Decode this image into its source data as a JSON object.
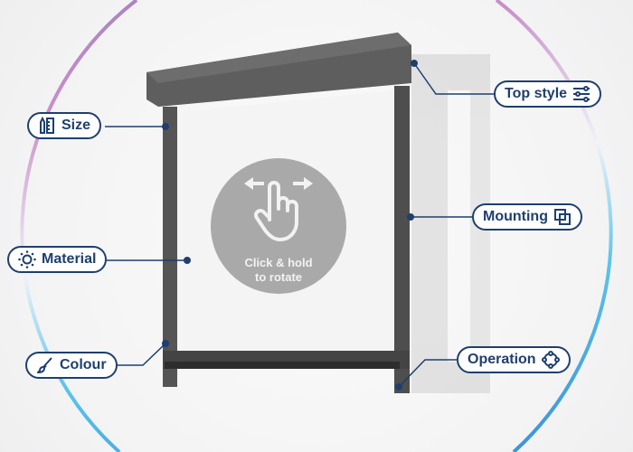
{
  "labels": {
    "size": "Size",
    "material": "Material",
    "colour": "Colour",
    "top_style": "Top style",
    "mounting": "Mounting",
    "operation": "Operation"
  },
  "hint": {
    "line1": "Click & hold",
    "line2": "to rotate"
  },
  "colors": {
    "accent": "#1f3f6e",
    "frame": "#5a5a5a"
  }
}
